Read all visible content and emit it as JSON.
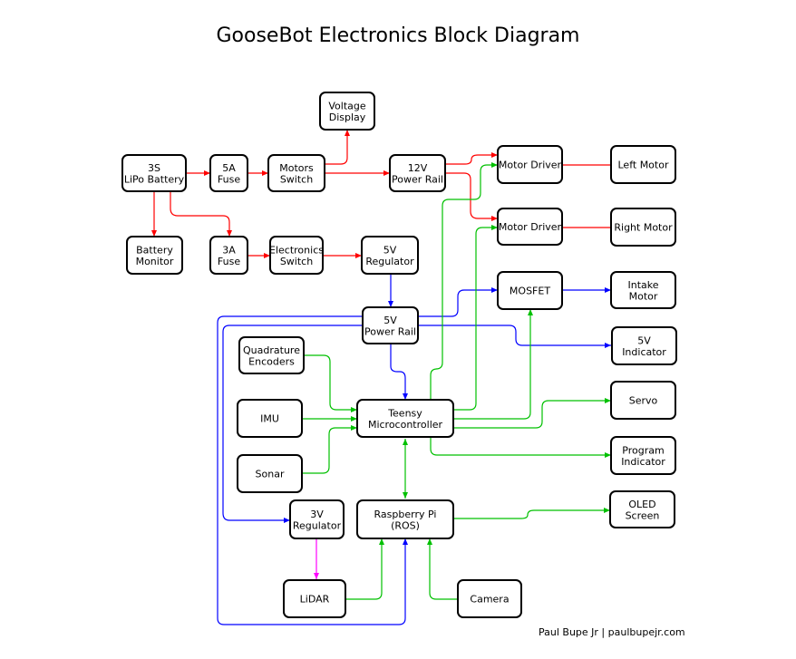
{
  "title": "GooseBot Electronics Block Diagram",
  "credit": "Paul Bupe Jr | paulbupejr.com",
  "colors": {
    "power_12v": "#ff0000",
    "power_5v": "#0000ff",
    "signal": "#00c000",
    "power_3v": "#ff00ff",
    "box_border": "#000000"
  },
  "blocks": {
    "battery": [
      "3S",
      "LiPo Battery"
    ],
    "fuse5a": [
      "5A",
      "Fuse"
    ],
    "motors_switch": [
      "Motors",
      "Switch"
    ],
    "voltage_display": [
      "Voltage",
      "Display"
    ],
    "rail12v": [
      "12V",
      "Power Rail"
    ],
    "motor_driver_left": [
      "Motor Driver"
    ],
    "motor_driver_right": [
      "Motor Driver"
    ],
    "left_motor": [
      "Left Motor"
    ],
    "right_motor": [
      "Right Motor"
    ],
    "battery_monitor": [
      "Battery",
      "Monitor"
    ],
    "fuse3a": [
      "3A",
      "Fuse"
    ],
    "electronics_switch": [
      "Electronics",
      "Switch"
    ],
    "reg5v": [
      "5V",
      "Regulator"
    ],
    "mosfet": [
      "MOSFET"
    ],
    "intake_motor": [
      "Intake",
      "Motor"
    ],
    "rail5v": [
      "5V",
      "Power Rail"
    ],
    "indicator5v": [
      "5V",
      "Indicator"
    ],
    "encoders": [
      "Quadrature",
      "Encoders"
    ],
    "imu": [
      "IMU"
    ],
    "sonar": [
      "Sonar"
    ],
    "teensy": [
      "Teensy",
      "Microcontroller"
    ],
    "servo": [
      "Servo"
    ],
    "program_indicator": [
      "Program",
      "Indicator"
    ],
    "reg3v": [
      "3V",
      "Regulator"
    ],
    "rpi": [
      "Raspberry Pi",
      "(ROS)"
    ],
    "oled": [
      "OLED",
      "Screen"
    ],
    "lidar": [
      "LiDAR"
    ],
    "camera": [
      "Camera"
    ]
  },
  "connections": [
    {
      "from": "battery",
      "to": "fuse5a",
      "type": "power_12v"
    },
    {
      "from": "fuse5a",
      "to": "motors_switch",
      "type": "power_12v"
    },
    {
      "from": "motors_switch",
      "to": "voltage_display",
      "type": "power_12v"
    },
    {
      "from": "motors_switch",
      "to": "rail12v",
      "type": "power_12v"
    },
    {
      "from": "rail12v",
      "to": "motor_driver_left",
      "type": "power_12v"
    },
    {
      "from": "rail12v",
      "to": "motor_driver_right",
      "type": "power_12v"
    },
    {
      "from": "motor_driver_left",
      "to": "left_motor",
      "type": "power_12v"
    },
    {
      "from": "motor_driver_right",
      "to": "right_motor",
      "type": "power_12v"
    },
    {
      "from": "battery",
      "to": "battery_monitor",
      "type": "power_12v"
    },
    {
      "from": "battery",
      "to": "fuse3a",
      "type": "power_12v"
    },
    {
      "from": "fuse3a",
      "to": "electronics_switch",
      "type": "power_12v"
    },
    {
      "from": "electronics_switch",
      "to": "reg5v",
      "type": "power_12v"
    },
    {
      "from": "reg5v",
      "to": "rail5v",
      "type": "power_5v"
    },
    {
      "from": "rail5v",
      "to": "mosfet",
      "type": "power_5v"
    },
    {
      "from": "mosfet",
      "to": "intake_motor",
      "type": "power_5v"
    },
    {
      "from": "rail5v",
      "to": "indicator5v",
      "type": "power_5v"
    },
    {
      "from": "rail5v",
      "to": "teensy",
      "type": "power_5v"
    },
    {
      "from": "rail5v",
      "to": "reg3v",
      "type": "power_5v"
    },
    {
      "from": "rail5v",
      "to": "rpi",
      "type": "power_5v"
    },
    {
      "from": "reg3v",
      "to": "lidar",
      "type": "power_3v"
    },
    {
      "from": "encoders",
      "to": "teensy",
      "type": "signal"
    },
    {
      "from": "imu",
      "to": "teensy",
      "type": "signal"
    },
    {
      "from": "sonar",
      "to": "teensy",
      "type": "signal"
    },
    {
      "from": "teensy",
      "to": "motor_driver_left",
      "type": "signal"
    },
    {
      "from": "teensy",
      "to": "motor_driver_right",
      "type": "signal"
    },
    {
      "from": "teensy",
      "to": "mosfet",
      "type": "signal"
    },
    {
      "from": "teensy",
      "to": "servo",
      "type": "signal"
    },
    {
      "from": "teensy",
      "to": "program_indicator",
      "type": "signal"
    },
    {
      "from": "teensy",
      "to": "rpi",
      "type": "signal",
      "bidirectional": true
    },
    {
      "from": "rpi",
      "to": "oled",
      "type": "signal"
    },
    {
      "from": "lidar",
      "to": "rpi",
      "type": "signal"
    },
    {
      "from": "camera",
      "to": "rpi",
      "type": "signal"
    }
  ]
}
